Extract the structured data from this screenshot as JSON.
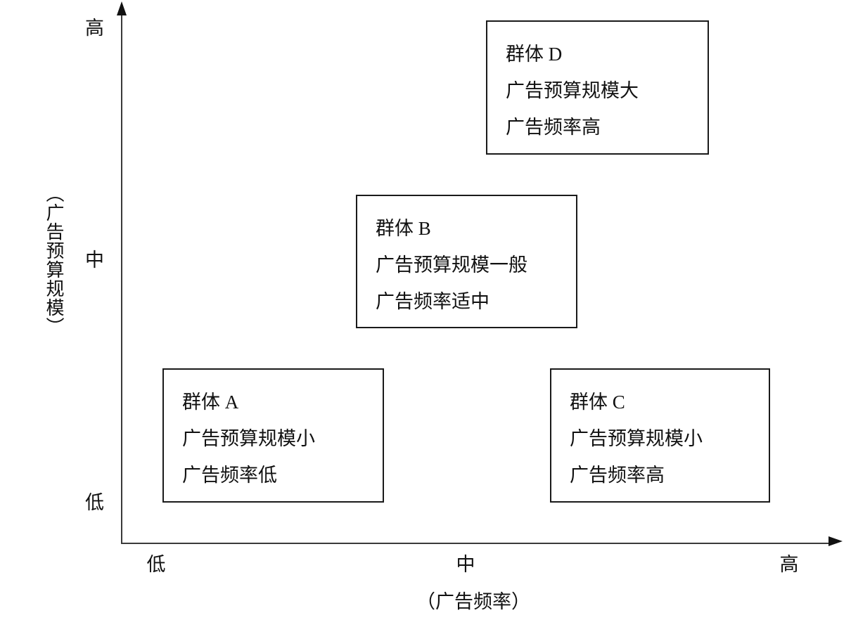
{
  "chart_data": {
    "type": "scatter",
    "title": "",
    "xlabel": "（广告频率）",
    "ylabel": "（广告预算规模）",
    "x_ticks": [
      "低",
      "中",
      "高"
    ],
    "y_ticks": [
      "低",
      "中",
      "高"
    ],
    "grid": false,
    "legend": "none",
    "annotations": [
      {
        "id": "A",
        "name": "群体 A",
        "budget": "广告预算规模小",
        "frequency": "广告频率低",
        "x_level": "低",
        "y_level": "低"
      },
      {
        "id": "B",
        "name": "群体 B",
        "budget": "广告预算规模一般",
        "frequency": "广告频率适中",
        "x_level": "中",
        "y_level": "中"
      },
      {
        "id": "C",
        "name": "群体 C",
        "budget": "广告预算规模小",
        "frequency": "广告频率高",
        "x_level": "高",
        "y_level": "低"
      },
      {
        "id": "D",
        "name": "群体 D",
        "budget": "广告预算规模大",
        "frequency": "广告频率高",
        "x_level": "高",
        "y_level": "高"
      }
    ]
  },
  "axes": {
    "y": {
      "title": "（广告预算规模）",
      "high": "高",
      "mid": "中",
      "low": "低"
    },
    "x": {
      "title": "（广告频率）",
      "low": "低",
      "mid": "中",
      "high": "高"
    }
  },
  "groups": {
    "a": {
      "title": "群体 A",
      "line2": "广告预算规模小",
      "line3": "广告频率低"
    },
    "b": {
      "title": "群体 B",
      "line2": "广告预算规模一般",
      "line3": "广告频率适中"
    },
    "c": {
      "title": "群体 C",
      "line2": "广告预算规模小",
      "line3": "广告频率高"
    },
    "d": {
      "title": "群体 D",
      "line2": "广告预算规模大",
      "line3": "广告频率高"
    }
  },
  "colors": {
    "axis": "#3a3a3a",
    "border": "#1a1a1a",
    "text": "#111111",
    "background": "#ffffff"
  }
}
